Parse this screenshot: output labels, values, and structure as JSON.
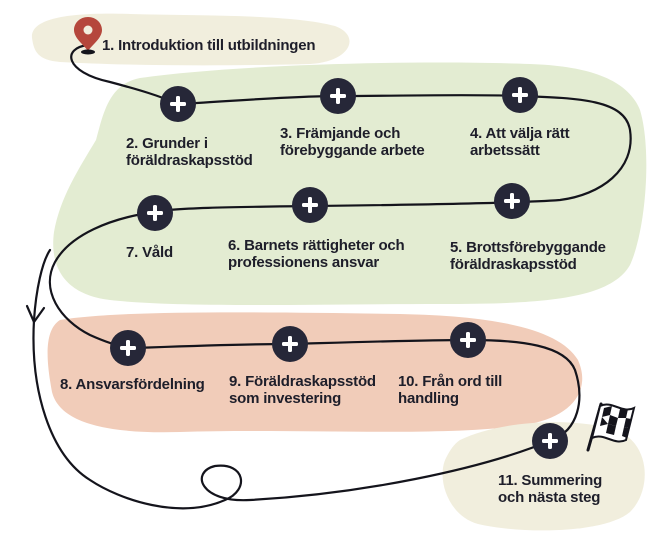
{
  "colors": {
    "intro_blob": "#f1eedd",
    "green_blob": "#e3ecd2",
    "peach_blob": "#f1ccb9",
    "end_blob": "#f1eedd",
    "path": "#14141c",
    "button": "#262738",
    "pin": "#b5473c"
  },
  "steps": [
    {
      "line1": "1. Introduktion till utbildningen",
      "line2": ""
    },
    {
      "line1": "2. Grunder i",
      "line2": "föräldraskapsstöd"
    },
    {
      "line1": "3. Främjande och",
      "line2": "förebyggande arbete"
    },
    {
      "line1": "4. Att välja rätt",
      "line2": "arbetssätt"
    },
    {
      "line1": "5. Brottsförebyggande",
      "line2": "föräldraskapsstöd"
    },
    {
      "line1": "6. Barnets rättigheter och",
      "line2": "professionens ansvar"
    },
    {
      "line1": "7. Våld",
      "line2": ""
    },
    {
      "line1": "8. Ansvarsfördelning",
      "line2": ""
    },
    {
      "line1": "9. Föräldraskapsstöd",
      "line2": "som investering"
    },
    {
      "line1": "10. Från ord till",
      "line2": "handling"
    },
    {
      "line1": "11. Summering",
      "line2": "och nästa steg"
    }
  ],
  "icons": {
    "start": "location-pin-icon",
    "step": "plus-icon",
    "finish": "checkered-flag-icon"
  }
}
